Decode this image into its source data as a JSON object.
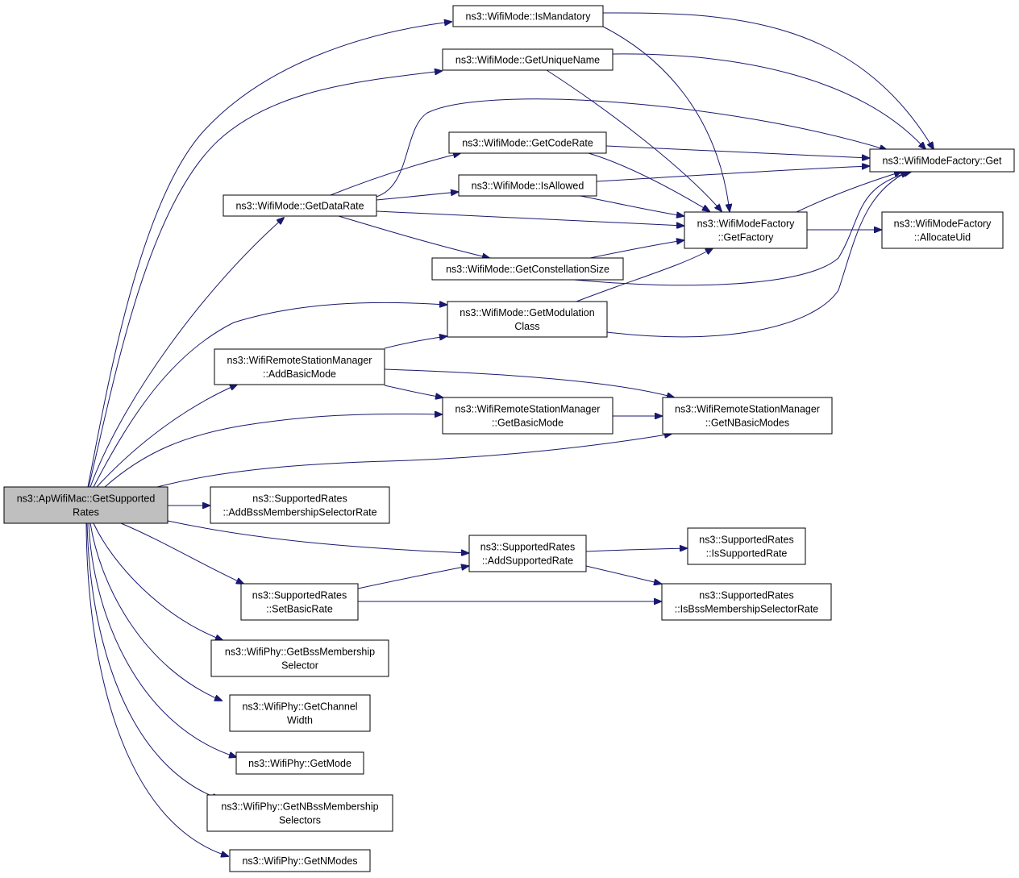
{
  "colors": {
    "edge": "#191970",
    "node_fill": "#ffffff",
    "root_fill": "#bfbfbf",
    "node_stroke": "#000000"
  },
  "nodes": {
    "root": {
      "lines": [
        "ns3::ApWifiMac::GetSupported",
        "Rates"
      ]
    },
    "is_mandatory": {
      "lines": [
        "ns3::WifiMode::IsMandatory"
      ]
    },
    "get_unique_name": {
      "lines": [
        "ns3::WifiMode::GetUniqueName"
      ]
    },
    "get_code_rate": {
      "lines": [
        "ns3::WifiMode::GetCodeRate"
      ]
    },
    "is_allowed": {
      "lines": [
        "ns3::WifiMode::IsAllowed"
      ]
    },
    "get_data_rate": {
      "lines": [
        "ns3::WifiMode::GetDataRate"
      ]
    },
    "get_constellation_size": {
      "lines": [
        "ns3::WifiMode::GetConstellationSize"
      ]
    },
    "get_modulation_class": {
      "lines": [
        "ns3::WifiMode::GetModulation",
        "Class"
      ]
    },
    "factory_get": {
      "lines": [
        "ns3::WifiModeFactory::Get"
      ]
    },
    "factory_get_factory": {
      "lines": [
        "ns3::WifiModeFactory",
        "::GetFactory"
      ]
    },
    "factory_allocate_uid": {
      "lines": [
        "ns3::WifiModeFactory",
        "::AllocateUid"
      ]
    },
    "add_basic_mode": {
      "lines": [
        "ns3::WifiRemoteStationManager",
        "::AddBasicMode"
      ]
    },
    "get_basic_mode": {
      "lines": [
        "ns3::WifiRemoteStationManager",
        "::GetBasicMode"
      ]
    },
    "get_n_basic_modes": {
      "lines": [
        "ns3::WifiRemoteStationManager",
        "::GetNBasicModes"
      ]
    },
    "add_bss_selector_rate": {
      "lines": [
        "ns3::SupportedRates",
        "::AddBssMembershipSelectorRate"
      ]
    },
    "add_supported_rate": {
      "lines": [
        "ns3::SupportedRates",
        "::AddSupportedRate"
      ]
    },
    "is_supported_rate": {
      "lines": [
        "ns3::SupportedRates",
        "::IsSupportedRate"
      ]
    },
    "is_bss_selector_rate": {
      "lines": [
        "ns3::SupportedRates",
        "::IsBssMembershipSelectorRate"
      ]
    },
    "set_basic_rate": {
      "lines": [
        "ns3::SupportedRates",
        "::SetBasicRate"
      ]
    },
    "get_bss_membership_selector": {
      "lines": [
        "ns3::WifiPhy::GetBssMembership",
        "Selector"
      ]
    },
    "get_channel_width": {
      "lines": [
        "ns3::WifiPhy::GetChannel",
        "Width"
      ]
    },
    "get_mode": {
      "lines": [
        "ns3::WifiPhy::GetMode"
      ]
    },
    "get_n_bss_membership_selectors": {
      "lines": [
        "ns3::WifiPhy::GetNBssMembership",
        "Selectors"
      ]
    },
    "get_n_modes": {
      "lines": [
        "ns3::WifiPhy::GetNModes"
      ]
    }
  },
  "edges": [
    {
      "from": "root",
      "to": "is_mandatory"
    },
    {
      "from": "root",
      "to": "get_unique_name"
    },
    {
      "from": "root",
      "to": "get_data_rate"
    },
    {
      "from": "root",
      "to": "get_modulation_class"
    },
    {
      "from": "root",
      "to": "add_basic_mode"
    },
    {
      "from": "root",
      "to": "get_basic_mode"
    },
    {
      "from": "root",
      "to": "get_n_basic_modes"
    },
    {
      "from": "root",
      "to": "add_bss_selector_rate"
    },
    {
      "from": "root",
      "to": "add_supported_rate"
    },
    {
      "from": "root",
      "to": "set_basic_rate"
    },
    {
      "from": "root",
      "to": "get_bss_membership_selector"
    },
    {
      "from": "root",
      "to": "get_channel_width"
    },
    {
      "from": "root",
      "to": "get_mode"
    },
    {
      "from": "root",
      "to": "get_n_bss_membership_selectors"
    },
    {
      "from": "root",
      "to": "get_n_modes"
    },
    {
      "from": "is_mandatory",
      "to": "factory_get"
    },
    {
      "from": "is_mandatory",
      "to": "factory_get_factory"
    },
    {
      "from": "get_unique_name",
      "to": "factory_get"
    },
    {
      "from": "get_unique_name",
      "to": "factory_get_factory"
    },
    {
      "from": "get_data_rate",
      "to": "get_code_rate"
    },
    {
      "from": "get_data_rate",
      "to": "is_allowed"
    },
    {
      "from": "get_data_rate",
      "to": "factory_get"
    },
    {
      "from": "get_data_rate",
      "to": "factory_get_factory"
    },
    {
      "from": "get_data_rate",
      "to": "get_constellation_size"
    },
    {
      "from": "get_code_rate",
      "to": "factory_get"
    },
    {
      "from": "get_code_rate",
      "to": "factory_get_factory"
    },
    {
      "from": "is_allowed",
      "to": "factory_get"
    },
    {
      "from": "is_allowed",
      "to": "factory_get_factory"
    },
    {
      "from": "get_constellation_size",
      "to": "factory_get_factory"
    },
    {
      "from": "get_constellation_size",
      "to": "factory_get"
    },
    {
      "from": "get_modulation_class",
      "to": "factory_get_factory"
    },
    {
      "from": "get_modulation_class",
      "to": "factory_get"
    },
    {
      "from": "factory_get_factory",
      "to": "factory_get"
    },
    {
      "from": "factory_get_factory",
      "to": "factory_allocate_uid"
    },
    {
      "from": "add_basic_mode",
      "to": "get_modulation_class"
    },
    {
      "from": "add_basic_mode",
      "to": "get_n_basic_modes"
    },
    {
      "from": "add_basic_mode",
      "to": "get_basic_mode"
    },
    {
      "from": "get_basic_mode",
      "to": "get_n_basic_modes"
    },
    {
      "from": "add_supported_rate",
      "to": "is_supported_rate"
    },
    {
      "from": "add_supported_rate",
      "to": "is_bss_selector_rate"
    },
    {
      "from": "set_basic_rate",
      "to": "add_supported_rate"
    },
    {
      "from": "set_basic_rate",
      "to": "is_bss_selector_rate"
    }
  ]
}
